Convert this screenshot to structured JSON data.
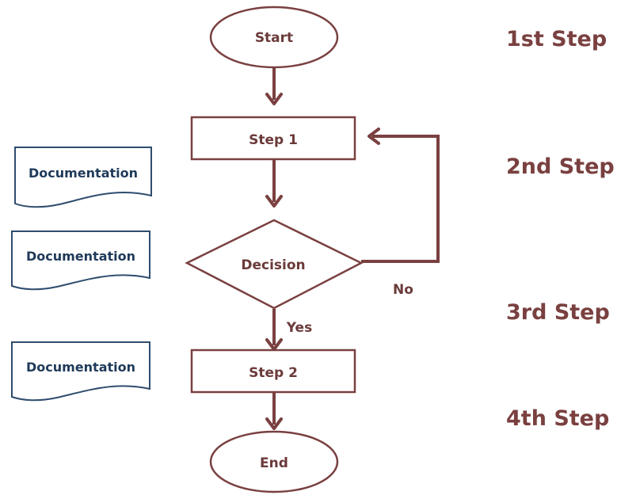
{
  "colors": {
    "flow_stroke": "#7A4040",
    "flow_text": "#6B3A3A",
    "doc_stroke": "#2E4C6E",
    "doc_text": "#1F3A5A",
    "step_text": "#7A4040",
    "background": "#ffffff"
  },
  "flowchart": {
    "start_label": "Start",
    "step1_label": "Step 1",
    "decision_label": "Decision",
    "decision_no_label": "No",
    "decision_yes_label": "Yes",
    "step2_label": "Step 2",
    "end_label": "End"
  },
  "documentation": [
    {
      "label": "Documentation"
    },
    {
      "label": "Documentation"
    },
    {
      "label": "Documentation"
    }
  ],
  "steps": [
    {
      "label": "1st Step"
    },
    {
      "label": "2nd Step"
    },
    {
      "label": "3rd Step"
    },
    {
      "label": "4th Step"
    }
  ]
}
